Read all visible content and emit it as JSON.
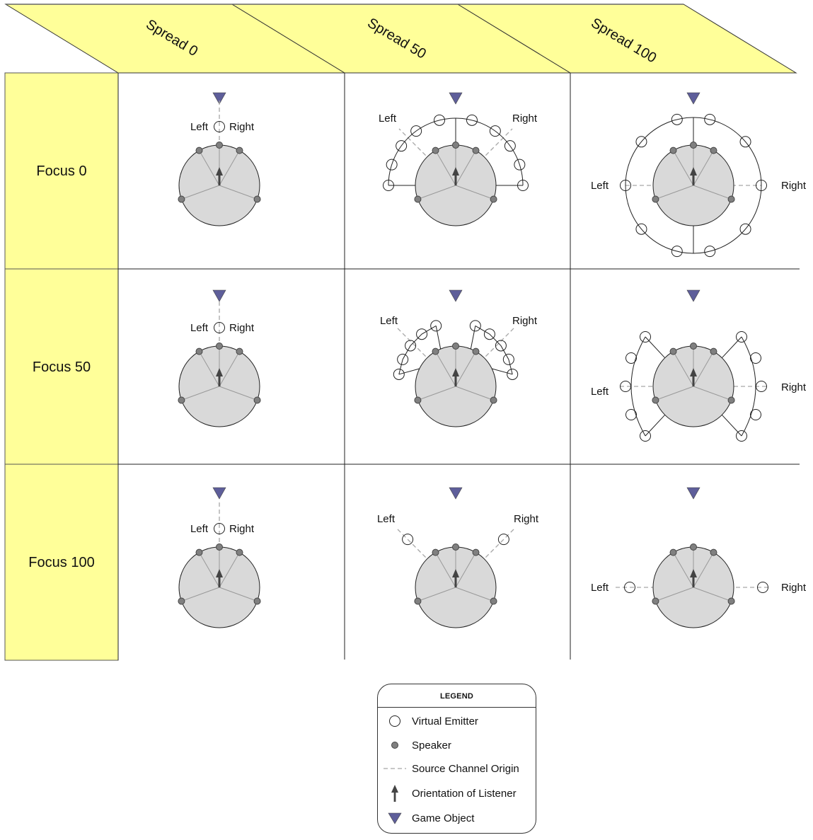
{
  "columns": [
    {
      "label": "Spread 0",
      "spread": 0
    },
    {
      "label": "Spread 50",
      "spread": 50
    },
    {
      "label": "Spread 100",
      "spread": 100
    }
  ],
  "rows": [
    {
      "label": "Focus 0",
      "focus": 0
    },
    {
      "label": "Focus 50",
      "focus": 50
    },
    {
      "label": "Focus 100",
      "focus": 100
    }
  ],
  "cell_labels": {
    "left": "Left",
    "right": "Right"
  },
  "legend": {
    "title": "LEGEND",
    "items": [
      {
        "symbol": "virtual-emitter-icon",
        "label": "Virtual Emitter"
      },
      {
        "symbol": "speaker-icon",
        "label": "Speaker"
      },
      {
        "symbol": "dashed-line-icon",
        "label": "Source Channel Origin"
      },
      {
        "symbol": "arrow-up-icon",
        "label": "Orientation of Listener"
      },
      {
        "symbol": "game-object-icon",
        "label": "Game Object"
      }
    ]
  },
  "colors": {
    "header_fill": "#FFFF99",
    "speaker_fill": "#808080",
    "listener_area_fill": "#D9D9D9",
    "game_object_fill": "#5E5E9A",
    "source_line": "#A6A6A6"
  }
}
